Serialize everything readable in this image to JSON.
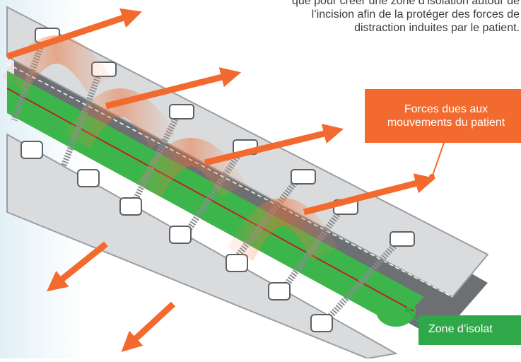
{
  "header": {
    "line1": "que pour créer une zone d’isolation autour de",
    "line2": "l’incision afin de la protéger des forces de",
    "line3": "distraction induites par le patient."
  },
  "callouts": {
    "forces_line1": "Forces dues aux",
    "forces_line2": "mouvements du patient",
    "zone": "Zone d’isolat"
  },
  "colors": {
    "force_orange": "#f26a2e",
    "zone_green": "#3cb54a",
    "incision_red": "#b3262a",
    "strip_gray": "#d9dbdd"
  }
}
